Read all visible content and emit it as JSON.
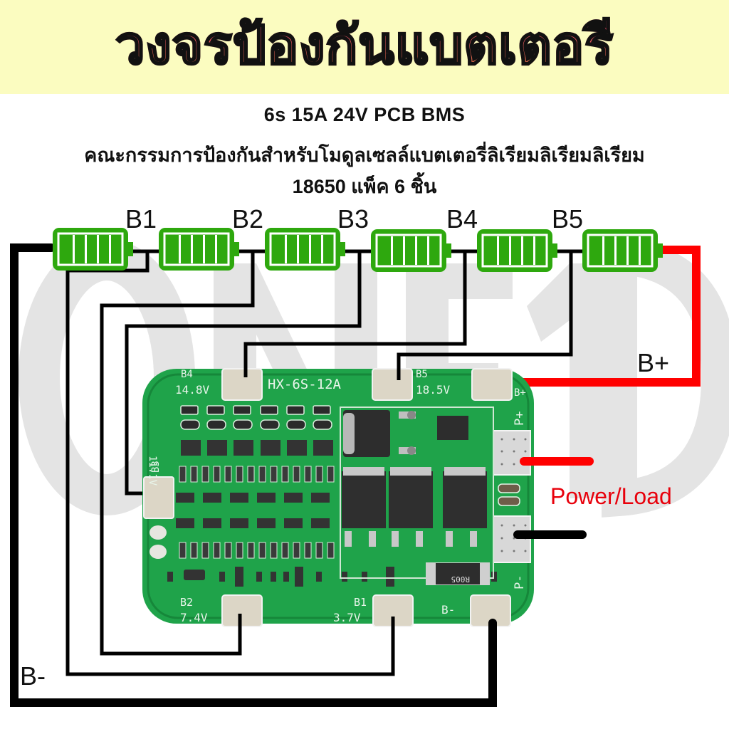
{
  "banner": {
    "title": "วงจรป้องกันแบตเตอรี",
    "background": "#fbfcc0",
    "title_gradient": [
      "#e0406e",
      "#ee7a45"
    ]
  },
  "subtitle": {
    "line1": "6s 15A 24V PCB BMS",
    "line2": "คณะกรรมการป้องกันสำหรับโมดูลเซลล์แบตเตอรี่ลิเรียมลิเรียมลิเรียม",
    "line3": "18650 แพ็ค 6 ชิ้น"
  },
  "watermark": {
    "text": "ONE1D",
    "color": "#e2e2e2"
  },
  "cells": {
    "count": 6,
    "color": "#2ea80e",
    "labels": [
      "B1",
      "B2",
      "B3",
      "B4",
      "B5"
    ]
  },
  "terminals": {
    "b_plus": "B+",
    "b_minus": "B-",
    "power_load": "Power/Load"
  },
  "pcb": {
    "model": "HX-6S-12A",
    "color": "#1fa34a",
    "pads": [
      {
        "name": "B4",
        "voltage": "14.8V"
      },
      {
        "name": "B5",
        "voltage": "18.5V"
      },
      {
        "name": "B2",
        "voltage": "7.4V"
      },
      {
        "name": "B1",
        "voltage": "3.7V"
      },
      {
        "name": "B3",
        "voltage": "11.1V"
      }
    ],
    "silk_b_plus": "B+",
    "silk_p_plus": "P+",
    "silk_p_minus": "P-",
    "silk_b_minus": "B-",
    "shunt_marking": "R005"
  },
  "colors": {
    "wire_black": "#000000",
    "wire_red": "#ff0000",
    "power_label": "#e8000b"
  }
}
